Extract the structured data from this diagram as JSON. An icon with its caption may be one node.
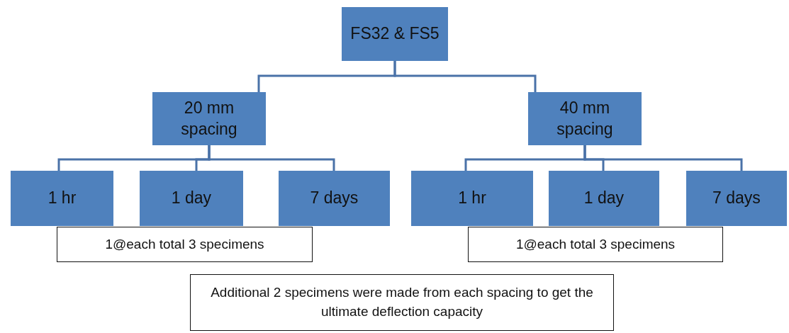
{
  "diagram": {
    "nodes": [
      {
        "text": [
          "FS32 & FS5"
        ]
      },
      {
        "text": [
          "20 mm spacing"
        ]
      },
      {
        "text": [
          "40 mm spacing"
        ]
      },
      {
        "text": [
          "1 hr"
        ]
      },
      {
        "text": [
          "1 day"
        ]
      },
      {
        "text": [
          "7 days"
        ]
      },
      {
        "text": [
          "1 hr"
        ]
      },
      {
        "text": [
          "1 day"
        ]
      },
      {
        "text": [
          "7 days"
        ]
      },
      {
        "text": [
          "1@each total 3 specimens"
        ]
      },
      {
        "text": [
          "1@each total 3 specimens"
        ]
      },
      {
        "text": [
          "Additional 2 specimens were made from each spacing to get the ultimate deflection capacity"
        ]
      }
    ],
    "edges": [
      {
        "from": 0,
        "to": 1,
        "arrow": "none"
      },
      {
        "from": 0,
        "to": 2,
        "arrow": "none"
      },
      {
        "from": 1,
        "to": 3,
        "arrow": "none"
      },
      {
        "from": 1,
        "to": 4,
        "arrow": "none"
      },
      {
        "from": 1,
        "to": 5,
        "arrow": "none"
      },
      {
        "from": 2,
        "to": 6,
        "arrow": "none"
      },
      {
        "from": 2,
        "to": 7,
        "arrow": "none"
      },
      {
        "from": 2,
        "to": 8,
        "arrow": "none"
      }
    ]
  }
}
